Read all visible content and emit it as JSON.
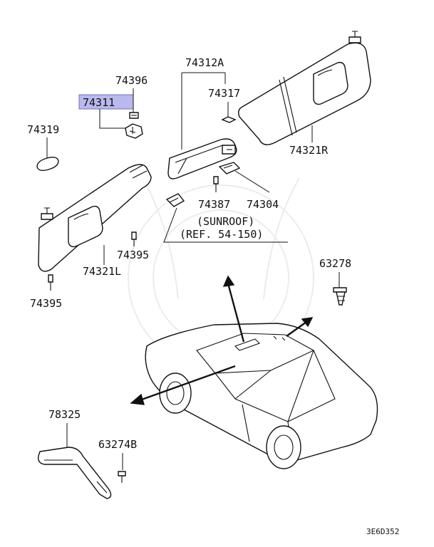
{
  "labels": {
    "p74396": "74396",
    "p74311": "74311",
    "p74319": "74319",
    "p74312A": "74312A",
    "p74317": "74317",
    "p74321R": "74321R",
    "p74321L": "74321L",
    "p74395a": "74395",
    "p74395b": "74395",
    "p74387": "74387",
    "p74304": "74304",
    "p63278": "63278",
    "p78325": "78325",
    "p63274B": "63274B",
    "sunroof": "(SUNROOF)",
    "ref": "(REF. 54-150)",
    "code": "3E6D352"
  },
  "highlight": {
    "part": "74311",
    "color": "#b9b9ee"
  }
}
